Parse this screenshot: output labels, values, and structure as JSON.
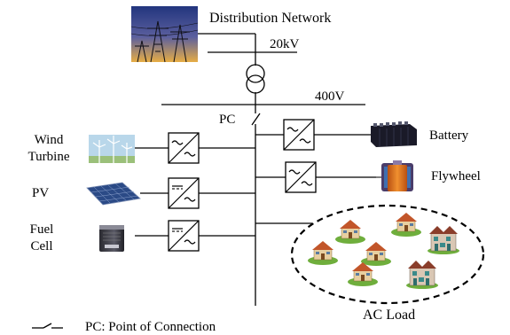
{
  "diagram": {
    "distribution_network": "Distribution Network",
    "hv_voltage": "20kV",
    "lv_voltage": "400V",
    "pc": "PC",
    "sources": {
      "wind_line1": "Wind",
      "wind_line2": "Turbine",
      "pv": "PV",
      "fuel_line1": "Fuel",
      "fuel_line2": "Cell"
    },
    "storage": {
      "battery": "Battery",
      "flywheel": "Flywheel"
    },
    "ac_load": "AC Load",
    "legend": "PC: Point of Connection"
  },
  "colors": {
    "line": "#000000",
    "sky_top": "#2a3f8f",
    "sky_bottom": "#e8b24a",
    "roof": "#c2562a",
    "wall": "#e7cfa0",
    "grass": "#6fae3c",
    "solar": "#2b4a86",
    "battery": "#1a1a28",
    "flywheel": "#d16a1d"
  },
  "icons": [
    "transmission-tower-photo",
    "transformer-symbol",
    "switch-symbol",
    "converter-symbol",
    "wind-turbine-icon",
    "solar-panel-icon",
    "fuel-cell-icon",
    "battery-icon",
    "flywheel-icon",
    "house-icon"
  ]
}
